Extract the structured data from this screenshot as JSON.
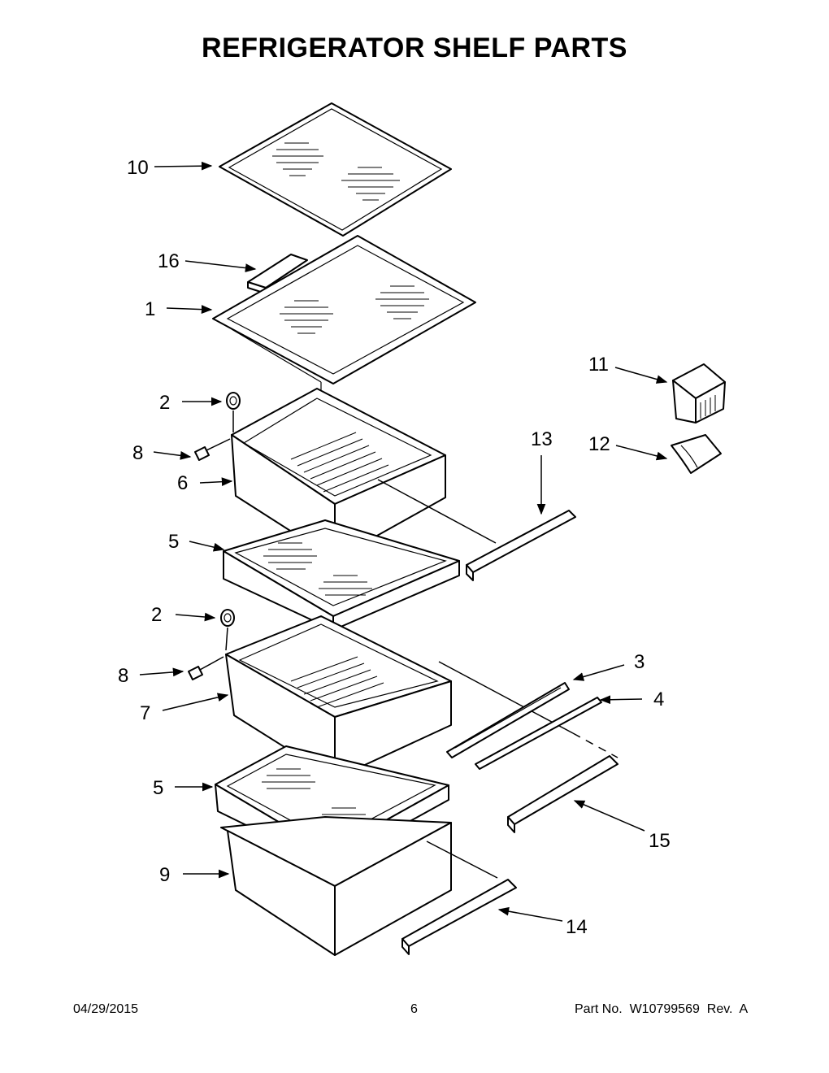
{
  "title": "REFRIGERATOR SHELF PARTS",
  "callouts": [
    {
      "id": "c10",
      "label": "10"
    },
    {
      "id": "c16",
      "label": "16"
    },
    {
      "id": "c1",
      "label": "1"
    },
    {
      "id": "c2a",
      "label": "2"
    },
    {
      "id": "c8a",
      "label": "8"
    },
    {
      "id": "c6",
      "label": "6"
    },
    {
      "id": "c5a",
      "label": "5"
    },
    {
      "id": "c2b",
      "label": "2"
    },
    {
      "id": "c8b",
      "label": "8"
    },
    {
      "id": "c7",
      "label": "7"
    },
    {
      "id": "c5b",
      "label": "5"
    },
    {
      "id": "c9",
      "label": "9"
    },
    {
      "id": "c11",
      "label": "11"
    },
    {
      "id": "c12",
      "label": "12"
    },
    {
      "id": "c13",
      "label": "13"
    },
    {
      "id": "c3",
      "label": "3"
    },
    {
      "id": "c4",
      "label": "4"
    },
    {
      "id": "c15",
      "label": "15"
    },
    {
      "id": "c14",
      "label": "14"
    }
  ],
  "footer": {
    "date": "04/29/2015",
    "page": "6",
    "part": "Part No.  W10799569  Rev.  A"
  }
}
